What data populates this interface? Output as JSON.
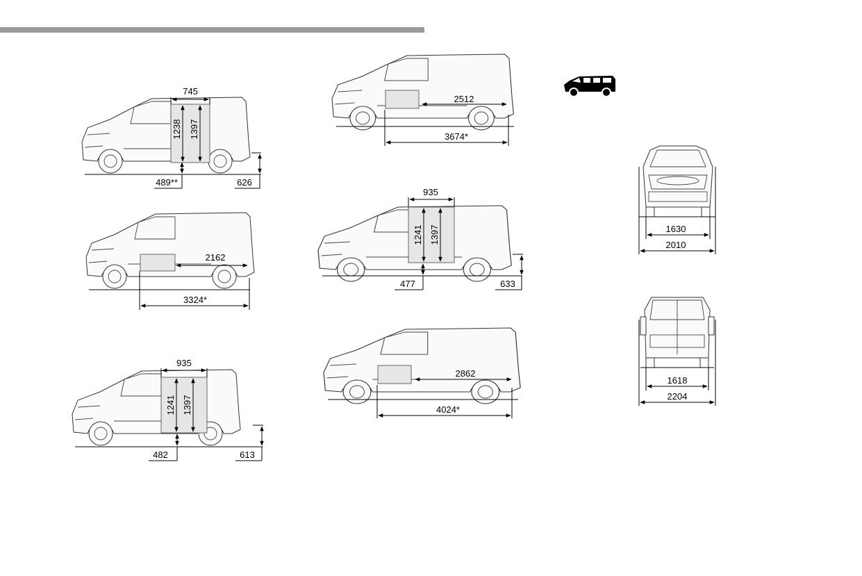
{
  "views": [
    {
      "id": "side-1",
      "dims": {
        "opening_width": "745",
        "opening_h1": "1238",
        "opening_h2": "1397",
        "sill": "489**",
        "step": "626"
      }
    },
    {
      "id": "side-2",
      "dims": {
        "floor_length": "2162",
        "load_length": "3324*"
      }
    },
    {
      "id": "side-3",
      "dims": {
        "opening_width": "935",
        "opening_h1": "1241",
        "opening_h2": "1397",
        "sill": "482",
        "step": "613"
      }
    },
    {
      "id": "side-4",
      "dims": {
        "floor_length": "2512",
        "load_length": "3674*"
      }
    },
    {
      "id": "side-5",
      "dims": {
        "opening_width": "935",
        "opening_h1": "1241",
        "opening_h2": "1397",
        "sill": "477",
        "step": "633"
      }
    },
    {
      "id": "side-6",
      "dims": {
        "floor_length": "2862",
        "load_length": "4024*"
      }
    },
    {
      "id": "front",
      "dims": {
        "track": "1630",
        "width": "2010"
      }
    },
    {
      "id": "rear",
      "dims": {
        "track": "1618",
        "width": "2204"
      }
    }
  ],
  "icons": {
    "vehicle_badge": "van-passenger-icon"
  }
}
